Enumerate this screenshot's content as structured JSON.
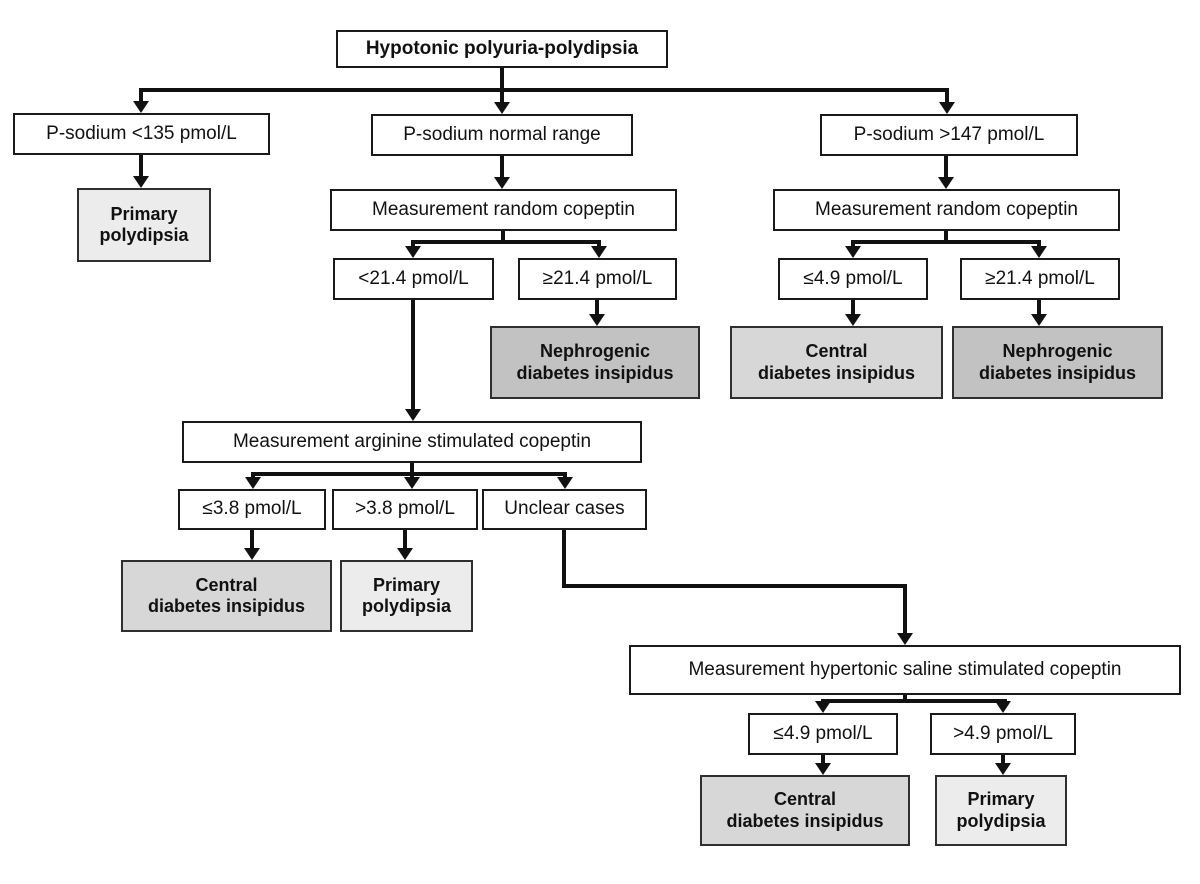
{
  "diagram": {
    "type": "flowchart",
    "colors": {
      "background": "#ffffff",
      "line": "#111111",
      "box_border": "#1a1a1a",
      "result_border": "#2f2f2f",
      "fill_light": "#ececec",
      "fill_medium": "#d7d7d7",
      "fill_dark": "#c2c2c2"
    },
    "nodes": {
      "root": {
        "lines": [
          "Hypotonic polyuria-polydipsia"
        ]
      },
      "sodium_low": {
        "lines": [
          "P-sodium <135 pmol/L"
        ]
      },
      "sodium_normal": {
        "lines": [
          "P-sodium normal range"
        ]
      },
      "sodium_high": {
        "lines": [
          "P-sodium >147 pmol/L"
        ]
      },
      "random_copeptin_mid": {
        "lines": [
          "Measurement random copeptin"
        ]
      },
      "random_copeptin_right": {
        "lines": [
          "Measurement random copeptin"
        ]
      },
      "lt_21_4": {
        "lines": [
          "<21.4 pmol/L"
        ]
      },
      "ge_21_4_mid": {
        "lines": [
          "≥21.4 pmol/L"
        ]
      },
      "le_4_9_right": {
        "lines": [
          "≤4.9 pmol/L"
        ]
      },
      "ge_21_4_right": {
        "lines": [
          "≥21.4 pmol/L"
        ]
      },
      "primary_left": {
        "lines": [
          "Primary",
          "polydipsia"
        ]
      },
      "nephrogenic_mid": {
        "lines": [
          "Nephrogenic",
          "diabetes insipidus"
        ]
      },
      "central_right": {
        "lines": [
          "Central",
          "diabetes insipidus"
        ]
      },
      "nephrogenic_right": {
        "lines": [
          "Nephrogenic",
          "diabetes insipidus"
        ]
      },
      "arginine": {
        "lines": [
          "Measurement arginine stimulated copeptin"
        ]
      },
      "le_3_8": {
        "lines": [
          "≤3.8 pmol/L"
        ]
      },
      "gt_3_8": {
        "lines": [
          ">3.8 pmol/L"
        ]
      },
      "unclear": {
        "lines": [
          "Unclear cases"
        ]
      },
      "central_arginine": {
        "lines": [
          "Central",
          "diabetes insipidus"
        ]
      },
      "primary_arginine": {
        "lines": [
          "Primary",
          "polydipsia"
        ]
      },
      "hypertonic": {
        "lines": [
          "Measurement hypertonic saline stimulated copeptin"
        ]
      },
      "le_4_9_bottom": {
        "lines": [
          "≤4.9 pmol/L"
        ]
      },
      "gt_4_9_bottom": {
        "lines": [
          ">4.9 pmol/L"
        ]
      },
      "central_bottom": {
        "lines": [
          "Central",
          "diabetes insipidus"
        ]
      },
      "primary_bottom": {
        "lines": [
          "Primary",
          "polydipsia"
        ]
      }
    },
    "edges": [
      {
        "from": "root",
        "to": "sodium_low"
      },
      {
        "from": "root",
        "to": "sodium_normal"
      },
      {
        "from": "root",
        "to": "sodium_high"
      },
      {
        "from": "sodium_low",
        "to": "primary_left"
      },
      {
        "from": "sodium_normal",
        "to": "random_copeptin_mid"
      },
      {
        "from": "random_copeptin_mid",
        "to": "lt_21_4"
      },
      {
        "from": "random_copeptin_mid",
        "to": "ge_21_4_mid"
      },
      {
        "from": "lt_21_4",
        "to": "arginine"
      },
      {
        "from": "ge_21_4_mid",
        "to": "nephrogenic_mid"
      },
      {
        "from": "sodium_high",
        "to": "random_copeptin_right"
      },
      {
        "from": "random_copeptin_right",
        "to": "le_4_9_right"
      },
      {
        "from": "random_copeptin_right",
        "to": "ge_21_4_right"
      },
      {
        "from": "le_4_9_right",
        "to": "central_right"
      },
      {
        "from": "ge_21_4_right",
        "to": "nephrogenic_right"
      },
      {
        "from": "arginine",
        "to": "le_3_8"
      },
      {
        "from": "arginine",
        "to": "gt_3_8"
      },
      {
        "from": "arginine",
        "to": "unclear"
      },
      {
        "from": "le_3_8",
        "to": "central_arginine"
      },
      {
        "from": "gt_3_8",
        "to": "primary_arginine"
      },
      {
        "from": "unclear",
        "to": "hypertonic"
      },
      {
        "from": "hypertonic",
        "to": "le_4_9_bottom"
      },
      {
        "from": "hypertonic",
        "to": "gt_4_9_bottom"
      },
      {
        "from": "le_4_9_bottom",
        "to": "central_bottom"
      },
      {
        "from": "gt_4_9_bottom",
        "to": "primary_bottom"
      }
    ]
  }
}
